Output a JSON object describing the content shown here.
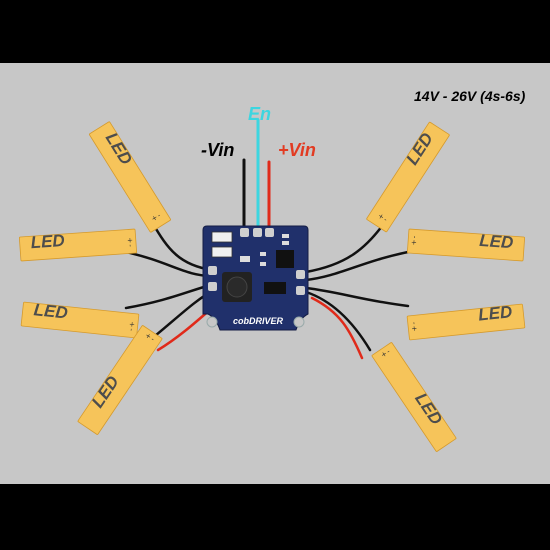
{
  "supply_range": "14V - 26V (4s-6s)",
  "terminals": {
    "negative": "-Vin",
    "positive": "+Vin",
    "enable": "En"
  },
  "board": {
    "label": "cobDRIVER"
  },
  "led_strip_label": "LED",
  "polarity": {
    "plus": "+",
    "minus": "-"
  },
  "colors": {
    "background": "#c7c7c7",
    "frame": "#000000",
    "led_strip": "#f6c45a",
    "pcb": "#20306b",
    "wire_black": "#111111",
    "wire_red": "#e02a1a",
    "wire_enable": "#3dd6e0"
  }
}
